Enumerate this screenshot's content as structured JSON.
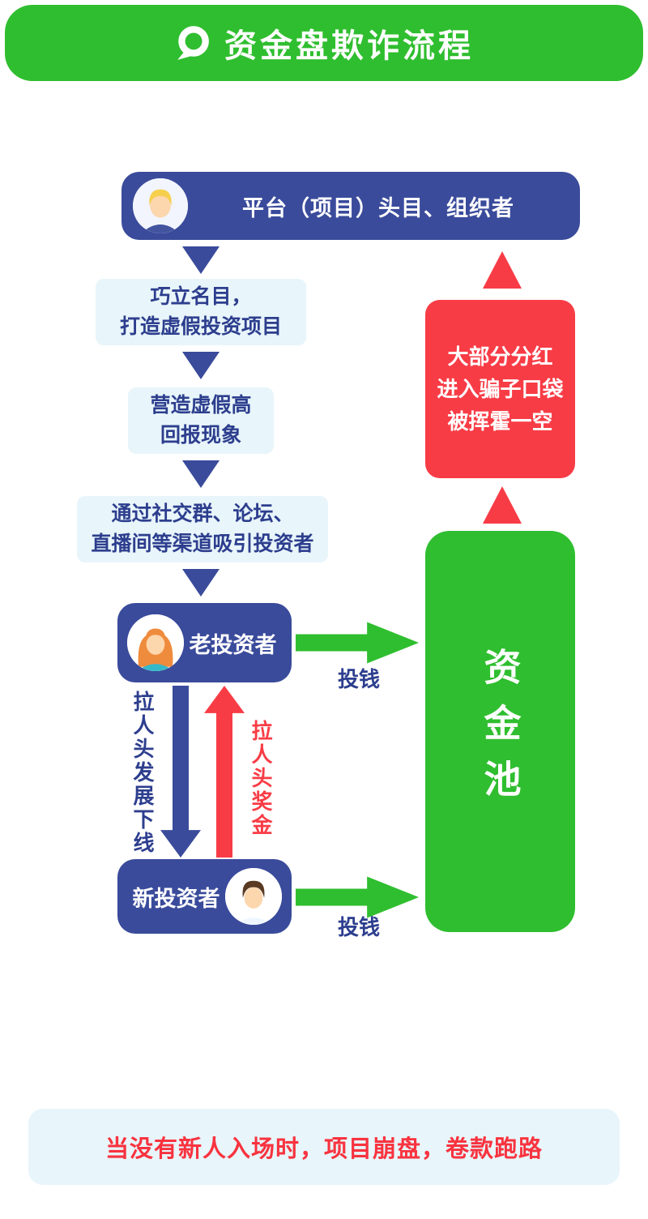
{
  "colors": {
    "green": "#2fbe2f",
    "navy": "#3a4b9b",
    "pale_blue": "#e8f5fa",
    "red": "#f83c46",
    "text_blue": "#2d3e8e",
    "white": "#ffffff"
  },
  "header": {
    "title": "资金盘欺诈流程",
    "icon": "chat-bubble-icon"
  },
  "flow": {
    "organizer_label": "平台（项目）头目、组织者",
    "step1": {
      "line1": "巧立名目，",
      "line2": "打造虚假投资项目"
    },
    "step2": {
      "line1": "营造虚假高",
      "line2": "回报现象"
    },
    "step3": {
      "line1": "通过社交群、论坛、",
      "line2": "直播间等渠道吸引投资者"
    },
    "old_investor_label": "老投资者",
    "new_investor_label": "新投资者",
    "invest_label_top": "投钱",
    "invest_label_bottom": "投钱",
    "recruit_label": "拉人头发展下线",
    "reward_label": "拉人头奖金",
    "pool_label": "资金池",
    "dividend": {
      "line1": "大部分分红",
      "line2": "进入骗子口袋",
      "line3": "被挥霍一空"
    },
    "collapse_notice": "当没有新人入场时，项目崩盘，卷款跑路"
  },
  "icons": {
    "header": "chat-bubble-icon",
    "organizer_avatar": "organizer-avatar-icon",
    "old_investor_avatar": "old-investor-avatar-icon",
    "new_investor_avatar": "new-investor-avatar-icon"
  }
}
